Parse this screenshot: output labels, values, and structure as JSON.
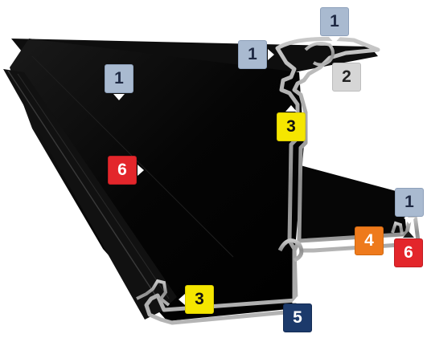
{
  "callouts": [
    {
      "id": "c1a",
      "label": "1",
      "color": "#a9bad0"
    },
    {
      "id": "c1b",
      "label": "1",
      "color": "#a9bad0"
    },
    {
      "id": "c1c",
      "label": "1",
      "color": "#a9bad0"
    },
    {
      "id": "c1d",
      "label": "1",
      "color": "#a9bad0"
    },
    {
      "id": "c2",
      "label": "2",
      "color": "#d6d6d6"
    },
    {
      "id": "c3a",
      "label": "3",
      "color": "#f5e600"
    },
    {
      "id": "c3b",
      "label": "3",
      "color": "#f5e600"
    },
    {
      "id": "c4",
      "label": "4",
      "color": "#ee7a1c"
    },
    {
      "id": "c5",
      "label": "5",
      "color": "#1c3a6b"
    },
    {
      "id": "c6a",
      "label": "6",
      "color": "#e3262b"
    },
    {
      "id": "c6b",
      "label": "6",
      "color": "#e3262b"
    }
  ],
  "profile": {
    "fill_color": "#050505",
    "edge_color": "#9a9a9a"
  }
}
